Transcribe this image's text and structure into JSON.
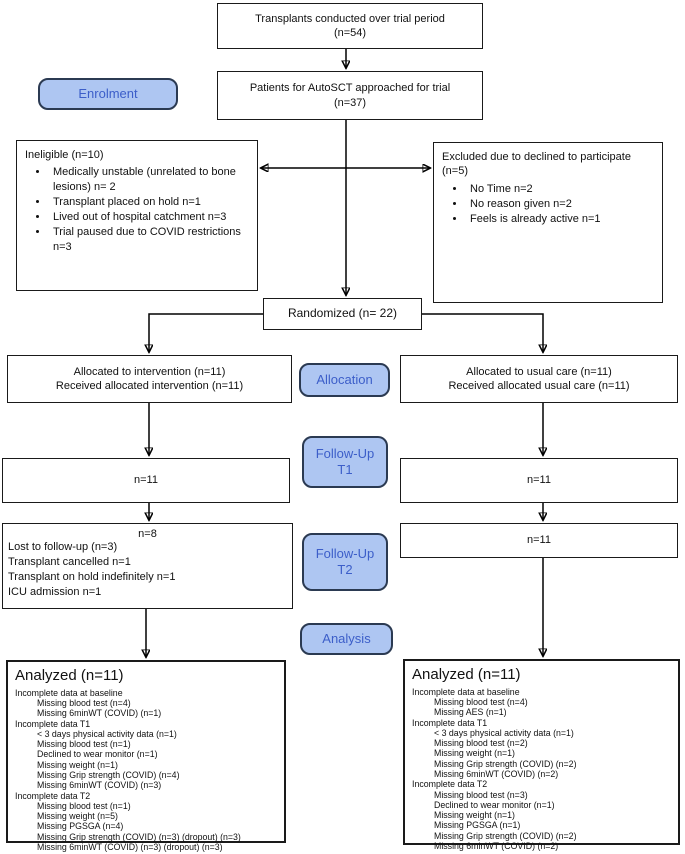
{
  "stages": {
    "enrolment": "Enrolment",
    "allocation": "Allocation",
    "followup_t1": "Follow-Up\nT1",
    "followup_t2": "Follow-Up\nT2",
    "analysis": "Analysis"
  },
  "boxes": {
    "transplants": "Transplants conducted over trial period\n(n=54)",
    "approached": "Patients for AutoSCT approached for trial\n(n=37)",
    "ineligible": {
      "title": "Ineligible (n=10)",
      "bullets": [
        "Medically unstable (unrelated to bone lesions) n= 2",
        "Transplant placed on hold n=1",
        "Lived out of hospital catchment n=3",
        "Trial paused due to COVID restrictions n=3"
      ]
    },
    "excluded": {
      "title": "Excluded due to declined to participate (n=5)",
      "bullets": [
        "No Time n=2",
        "No reason given n=2",
        "Feels is already active n=1"
      ]
    },
    "randomized": "Randomized (n= 22)",
    "alloc_left": "Allocated to intervention (n=11)\nReceived allocated intervention (n=11)",
    "alloc_right": "Allocated to usual care (n=11)\nReceived allocated usual care (n=11)",
    "t1_left": "n=11",
    "t1_right": "n=11",
    "t2_left": {
      "n": "n=8",
      "lines": [
        "Lost to follow-up (n=3)",
        "Transplant cancelled n=1",
        "Transplant on hold indefinitely n=1",
        "ICU admission n=1"
      ]
    },
    "t2_right": "n=11",
    "analyzed_left": {
      "title": "Analyzed (n=11)",
      "lines": [
        {
          "t": "Incomplete data at baseline",
          "i": 0
        },
        {
          "t": "Missing blood test (n=4)",
          "i": 1
        },
        {
          "t": "Missing 6minWT (COVID) (n=1)",
          "i": 1
        },
        {
          "t": "Incomplete data T1",
          "i": 0
        },
        {
          "t": "< 3 days physical activity data (n=1)",
          "i": 1
        },
        {
          "t": "Missing blood test (n=1)",
          "i": 1
        },
        {
          "t": "Declined to wear monitor (n=1)",
          "i": 1
        },
        {
          "t": "Missing weight (n=1)",
          "i": 1
        },
        {
          "t": "Missing Grip strength (COVID) (n=4)",
          "i": 1
        },
        {
          "t": "Missing 6minWT (COVID) (n=3)",
          "i": 1
        },
        {
          "t": "Incomplete data T2",
          "i": 0
        },
        {
          "t": "Missing blood test (n=1)",
          "i": 1
        },
        {
          "t": "Missing weight (n=5)",
          "i": 1
        },
        {
          "t": "Missing PGSGA (n=4)",
          "i": 1
        },
        {
          "t": "Missing Grip strength (COVID) (n=3) (dropout) (n=3)",
          "i": 1
        },
        {
          "t": "Missing 6minWT (COVID) (n=3) (dropout) (n=3)",
          "i": 1
        }
      ]
    },
    "analyzed_right": {
      "title": "Analyzed (n=11)",
      "lines": [
        {
          "t": "Incomplete data at baseline",
          "i": 0
        },
        {
          "t": "Missing blood test (n=4)",
          "i": 1
        },
        {
          "t": "Missing AES (n=1)",
          "i": 1
        },
        {
          "t": "Incomplete data T1",
          "i": 0
        },
        {
          "t": "< 3 days physical activity data (n=1)",
          "i": 1
        },
        {
          "t": "Missing blood test (n=2)",
          "i": 1
        },
        {
          "t": "Missing weight (n=1)",
          "i": 1
        },
        {
          "t": "Missing Grip strength (COVID) (n=2)",
          "i": 1
        },
        {
          "t": "Missing 6minWT (COVID) (n=2)",
          "i": 1
        },
        {
          "t": "Incomplete data T2",
          "i": 0
        },
        {
          "t": "Missing blood test (n=3)",
          "i": 1
        },
        {
          "t": "Declined to wear monitor (n=1)",
          "i": 1
        },
        {
          "t": "Missing weight (n=1)",
          "i": 1
        },
        {
          "t": "Missing PGSGA (n=1)",
          "i": 1
        },
        {
          "t": "Missing Grip strength (COVID) (n=2)",
          "i": 1
        },
        {
          "t": "Missing 6minWT (COVID) (n=2)",
          "i": 1
        }
      ]
    }
  },
  "colors": {
    "label_fill": "#aec6f2",
    "label_border": "#2b3a52",
    "label_text": "#3c5ec9",
    "box_border": "#1a1a1a",
    "arrow": "#000000"
  }
}
